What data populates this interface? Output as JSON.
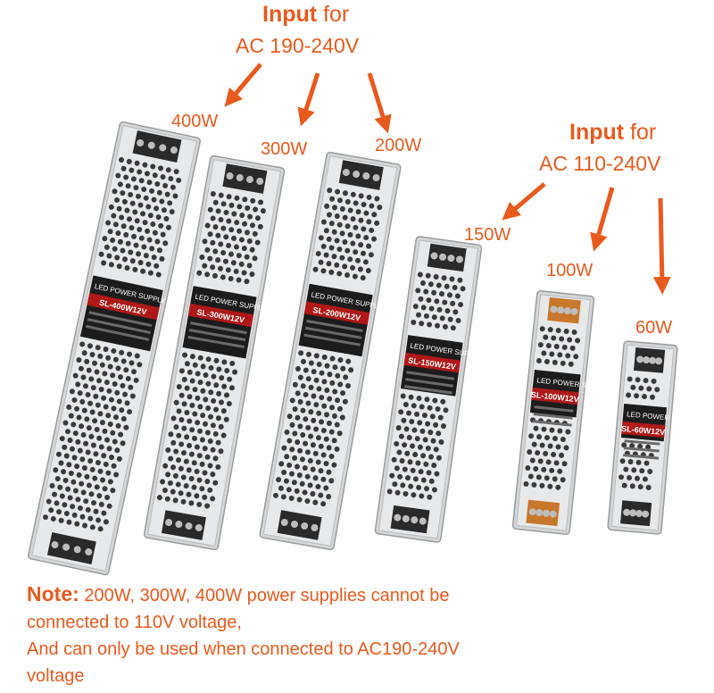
{
  "headline_left": {
    "strong": "Input",
    "rest": " for",
    "range": "AC 190-240V"
  },
  "headline_right": {
    "strong": "Input",
    "rest": " for",
    "range": "AC 110-240V"
  },
  "wattages": [
    "400W",
    "300W",
    "200W",
    "150W",
    "100W",
    "60W"
  ],
  "product_labels": {
    "brand": "LED",
    "type": "POWER SUPPLY",
    "models": [
      "SL-400W12V",
      "SL-300W12V",
      "SL-200W12V",
      "SL-150W12V",
      "SL-100W12V",
      "SL-60W12V"
    ]
  },
  "note": {
    "strong": "Note:",
    "line1": " 200W, 300W, 400W power supplies cannot be",
    "line2": "connected to 110V voltage,",
    "line3": "And can only be used when connected to AC190-240V",
    "line4": "voltage"
  },
  "colors": {
    "accent": "#e85a1c",
    "case": "#d4d6d8",
    "label": "#1c1c1c",
    "label_red": "#b01818"
  }
}
